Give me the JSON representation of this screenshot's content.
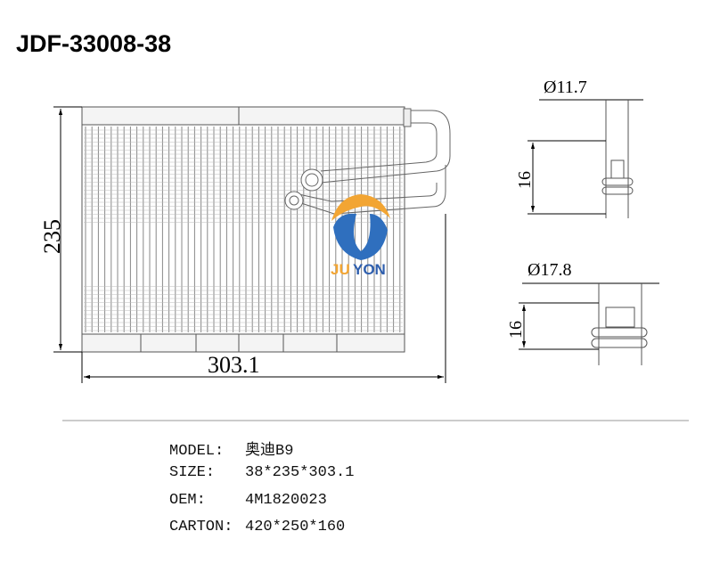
{
  "title": "JDF-33008-38",
  "drawing": {
    "height_dim": "235",
    "width_dim": "303.1",
    "pipe_small_diameter": "Ø11.7",
    "pipe_small_length": "16",
    "pipe_large_diameter": "Ø17.8",
    "pipe_large_length": "16"
  },
  "logo": {
    "text_a": "JU",
    "text_b": "YON",
    "color_a": "#f2a533",
    "color_b": "#2f5fae"
  },
  "specs": [
    {
      "label": "MODEL:",
      "value": "奥迪B9"
    },
    {
      "label": "SIZE:",
      "value": "38*235*303.1"
    },
    {
      "label": "OEM:",
      "value": "4M1820023"
    },
    {
      "label": "CARTON:",
      "value": "420*250*160"
    }
  ]
}
